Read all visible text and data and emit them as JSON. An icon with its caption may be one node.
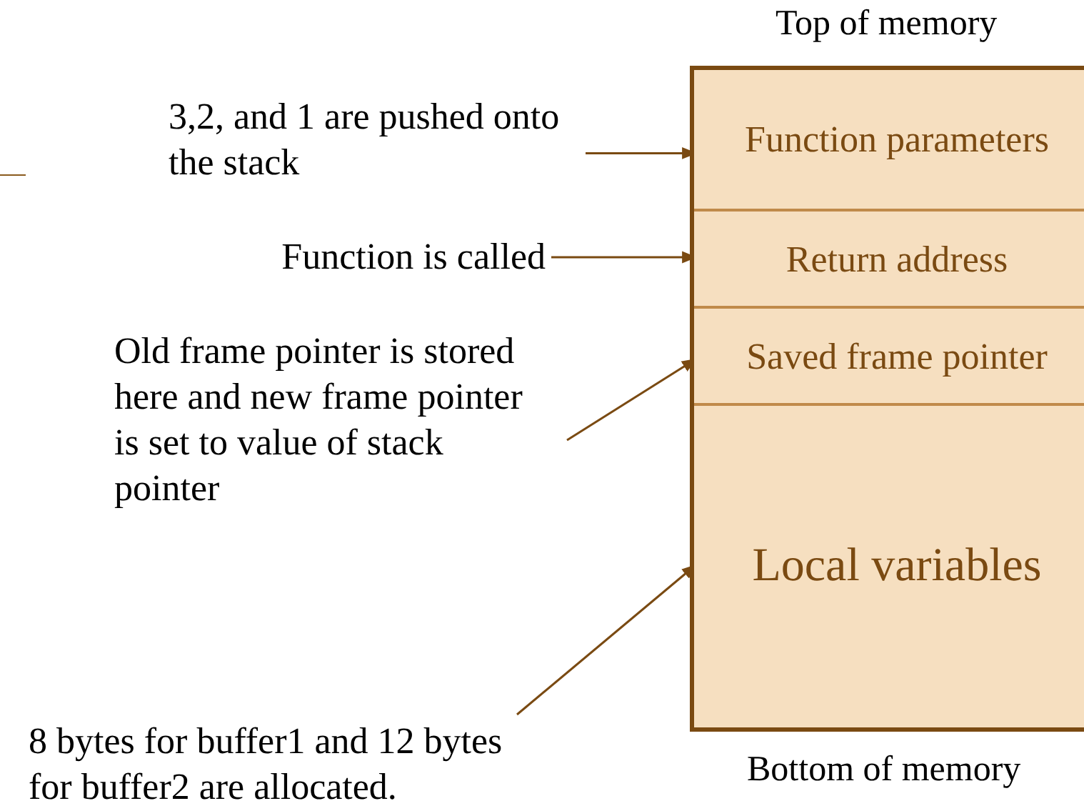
{
  "diagram": {
    "nodes": [
      {
        "text": [],
        "shape": "box",
        "beside": [
          "Top of memory",
          "Bottom of memory"
        ]
      },
      {
        "text": [
          "Function parameters"
        ],
        "in": 0
      },
      {
        "text": [
          "Return address"
        ],
        "in": 0
      },
      {
        "text": [
          "Saved frame pointer"
        ],
        "in": 0
      },
      {
        "text": [
          "Local variables"
        ],
        "in": 0
      },
      {
        "text": [
          "3,2, and 1 are pushed onto the stack"
        ]
      },
      {
        "text": [
          "Function is called"
        ]
      },
      {
        "text": [
          "Old frame pointer is stored here and new frame pointer is set to value of stack pointer"
        ]
      },
      {
        "text": [
          "8 bytes for buffer1 and 12 bytes for buffer2 are allocated."
        ]
      }
    ],
    "edges": [
      {
        "from": 5,
        "to": 1,
        "arrow": "to"
      },
      {
        "from": 6,
        "to": 2,
        "arrow": "to"
      },
      {
        "from": 7,
        "to": 3,
        "arrow": "to"
      },
      {
        "from": 8,
        "to": 4,
        "arrow": "to"
      }
    ]
  }
}
